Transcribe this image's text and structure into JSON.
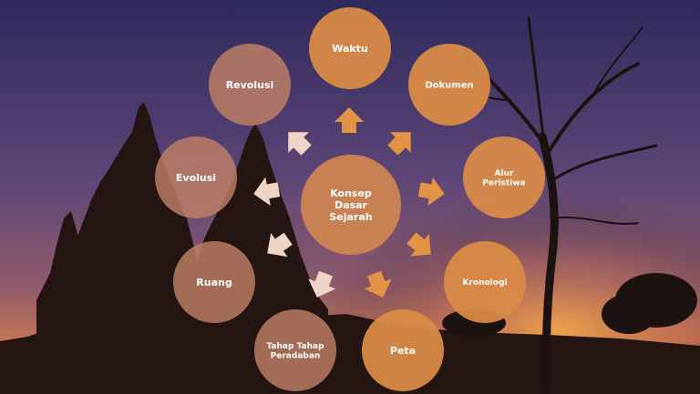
{
  "center": {
    "label_lines": [
      "Konsep",
      "Dasar",
      "Sejarah"
    ]
  },
  "nodes": [
    {
      "id": "waktu",
      "label_lines": [
        "Waktu"
      ],
      "style": "solid"
    },
    {
      "id": "dokumen",
      "label_lines": [
        "Dokumen"
      ],
      "style": "solid"
    },
    {
      "id": "alur-peristiwa",
      "label_lines": [
        "Alur",
        "Peristiwa"
      ],
      "style": "solid"
    },
    {
      "id": "kronologi",
      "label_lines": [
        "Kronologi"
      ],
      "style": "solid"
    },
    {
      "id": "peta",
      "label_lines": [
        "Peta"
      ],
      "style": "solid"
    },
    {
      "id": "tahap-tahap-peradaban",
      "label_lines": [
        "Tahap Tahap",
        "Peradaban"
      ],
      "style": "faded"
    },
    {
      "id": "ruang",
      "label_lines": [
        "Ruang"
      ],
      "style": "faded"
    },
    {
      "id": "evolusi",
      "label_lines": [
        "Evolusi"
      ],
      "style": "faded"
    },
    {
      "id": "revolusi",
      "label_lines": [
        "Revolusi"
      ],
      "style": "faded"
    }
  ],
  "colors": {
    "solid_fill": "#d98a47",
    "faded_fill": "#c08065",
    "center_fill": "#cf8550",
    "arrow_solid": "#e39345",
    "arrow_faded": "#f0d5c6",
    "sky_top": "#3a2f63",
    "sky_mid": "#6a4a78",
    "sky_low": "#b06a5e",
    "horizon": "#e59a4a"
  }
}
